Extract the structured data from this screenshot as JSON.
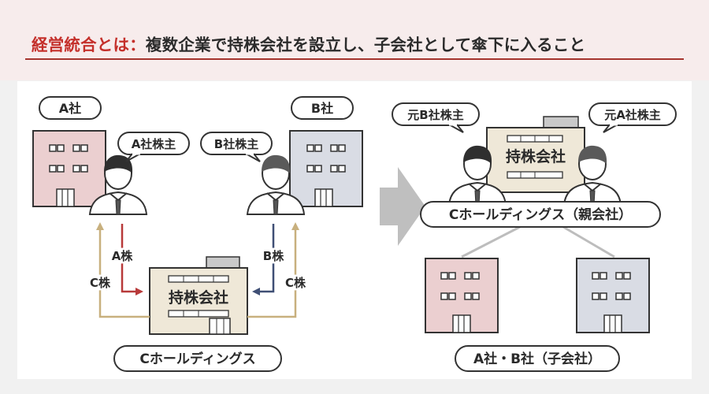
{
  "title": {
    "term": "経営統合とは",
    "separator": "：",
    "definition": "複数企業で持株会社を設立し、子会社として傘下に入ること"
  },
  "left": {
    "company_a": "A社",
    "company_b": "B社",
    "shareholder_a": "A社株主",
    "shareholder_b": "B社株主",
    "holding_building": "持株会社",
    "holding_name": "Cホールディングス",
    "arrow_a_stock": "A株",
    "arrow_b_stock": "B株",
    "arrow_c_stock_left": "C株",
    "arrow_c_stock_right": "C株"
  },
  "right": {
    "former_b_holder": "元B社株主",
    "former_a_holder": "元A社株主",
    "holding_building": "持株会社",
    "parent_label": "Cホールディングス（親会社）",
    "subsidiaries_label": "A社・B社（子会社）"
  },
  "colors": {
    "accent_red": "#c42f2a",
    "arrow_red": "#b83a3a",
    "arrow_navy": "#3f4f75",
    "arrow_tan": "#c8b07e",
    "building_pink": "#ebcfd0",
    "building_gray": "#d9dce4",
    "building_beige": "#efe8d8",
    "flow_arrow_gray": "#bfbfbf"
  }
}
